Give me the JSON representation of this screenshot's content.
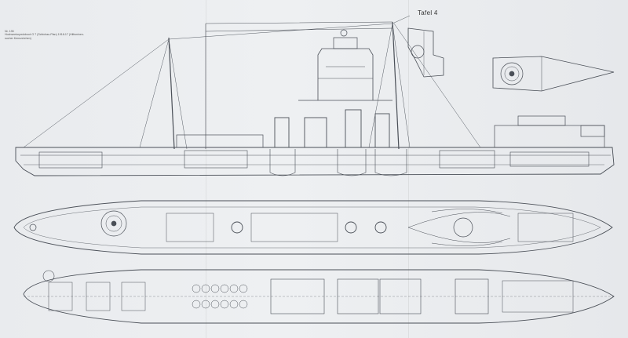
{
  "plate": {
    "label": "Tafel 4"
  },
  "caption": {
    "lines": [
      "Nr. 135",
      "Hochseetorpedoboot G 7 (Schichau-Plan) 1918-17 (Hilfsminen-",
      "sucher Kennzeichen)"
    ]
  },
  "palette": {
    "paper": "#eceef0",
    "ink": "#4a4f57",
    "faint": "#9aa0a8"
  }
}
